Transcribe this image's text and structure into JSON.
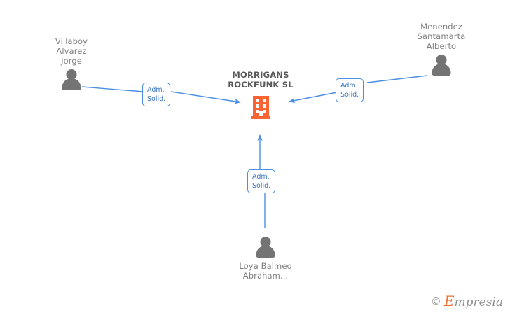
{
  "diagram": {
    "type": "company-relationship-graph",
    "colors": {
      "edge": "#4a90e2",
      "label_text": "#3b76c4",
      "person": "#747474",
      "company_icon": "#fb6432",
      "company_text": "#585858",
      "person_text": "#808080"
    },
    "company": {
      "name": "MORRIGANS ROCKFUNK SL",
      "icon": "building-icon"
    },
    "people": [
      {
        "id": "villaboy",
        "name": "Villaboy Alvarez Jorge",
        "icon": "person-icon",
        "relation": "Adm. Solid."
      },
      {
        "id": "menendez",
        "name": "Menendez Santamarta Alberto",
        "icon": "person-icon",
        "relation": "Adm. Solid."
      },
      {
        "id": "loya",
        "name": "Loya Balmeo Abraham...",
        "icon": "person-icon",
        "relation": "Adm. Solid."
      }
    ],
    "edge_labels": {
      "left": {
        "line1": "Adm.",
        "line2": "Solid."
      },
      "right": {
        "line1": "Adm.",
        "line2": "Solid."
      },
      "bottom": {
        "line1": "Adm.",
        "line2": "Solid."
      }
    }
  },
  "watermark": {
    "copyright": "©",
    "brand_initial": "E",
    "brand_rest": "mpresia"
  }
}
